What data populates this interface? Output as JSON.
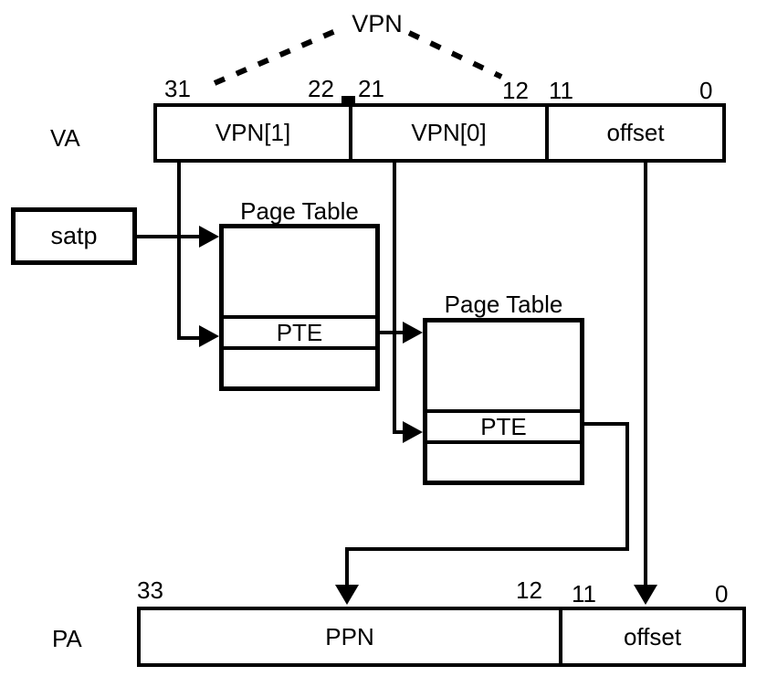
{
  "diagram": {
    "vpn_brace_label": "VPN",
    "va": {
      "label": "VA",
      "bit_labels": [
        "31",
        "22",
        "21",
        "12",
        "11",
        "0"
      ],
      "fields": [
        "VPN[1]",
        "VPN[0]",
        "offset"
      ]
    },
    "satp": {
      "label": "satp"
    },
    "level1_table": {
      "title": "Page Table",
      "entry_label": "PTE"
    },
    "level0_table": {
      "title": "Page Table",
      "entry_label": "PTE"
    },
    "pa": {
      "label": "PA",
      "bit_labels": [
        "33",
        "12",
        "11",
        "0"
      ],
      "fields": [
        "PPN",
        "offset"
      ]
    },
    "colors": {
      "line": "#000000",
      "background": "#ffffff"
    }
  }
}
